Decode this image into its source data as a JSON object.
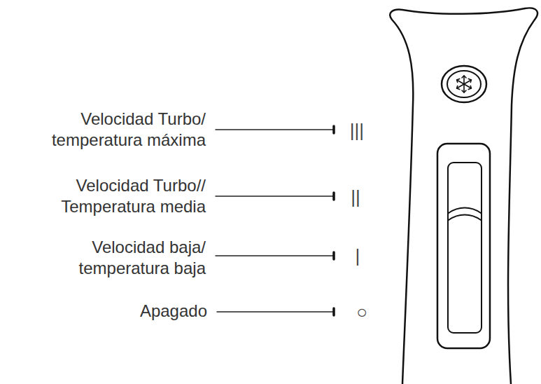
{
  "diagram": {
    "labels": [
      "Velocidad Turbo/ temperatura máxima",
      "Velocidad Turbo// Temperatura media",
      "Velocidad baja/ temperatura baja",
      "Apagado",
      "|||",
      "||",
      "|",
      "○"
    ]
  }
}
